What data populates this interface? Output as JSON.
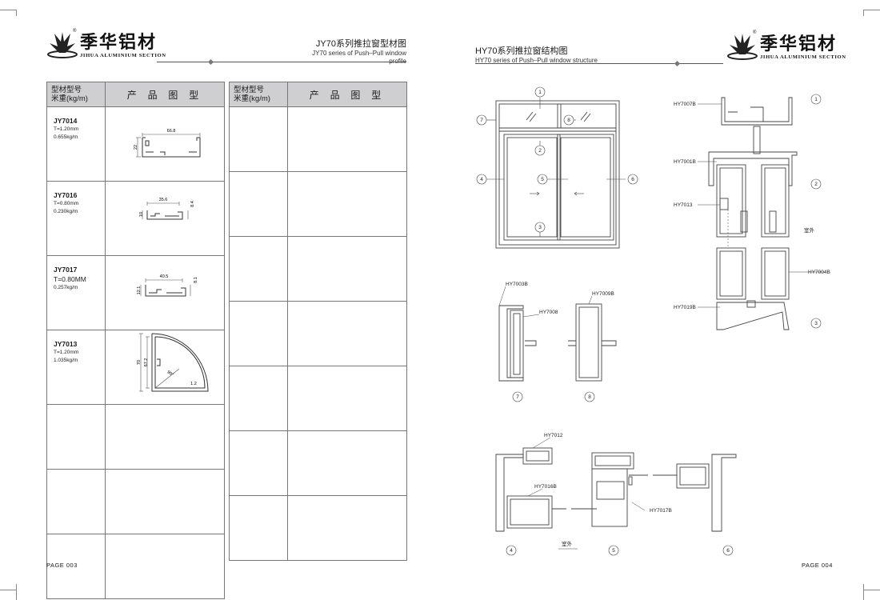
{
  "brand": {
    "name_cn": "季华铝材",
    "name_en": "JIHUA ALUMINIUM SECTION",
    "registered": "®"
  },
  "left_page": {
    "title_cn": "JY70系列推拉窗型材图",
    "title_en": "JY70 series of Push–Pull window profile",
    "table_headers": {
      "code": [
        "型材型号",
        "米重(kg/m)"
      ],
      "image": "产 品 图 型"
    },
    "profiles": [
      {
        "code": "JY7014",
        "thickness": "T=1.20mm",
        "weight": "0.655kg/m",
        "dims": [
          "66.8",
          "22"
        ]
      },
      {
        "code": "JY7016",
        "thickness": "T=0.80mm",
        "weight": "0.230kg/m",
        "dims": [
          "35.6",
          "8.4",
          "10"
        ]
      },
      {
        "code": "JY7017",
        "thickness": "T=0.80MM",
        "weight": "0.257kg/m",
        "dims": [
          "40.5",
          "8.1",
          "12.1"
        ]
      },
      {
        "code": "JY7013",
        "thickness": "T=1.20mm",
        "weight": "1.035kg/m",
        "dims": [
          "70",
          "67.2",
          "90°",
          "1.2"
        ]
      }
    ],
    "page_number": "PAGE 003"
  },
  "right_page": {
    "title_cn": "HY70系列推拉窗结构图",
    "title_en": "HY70 series of Push–Pull window structure",
    "elevation_callouts": [
      "1",
      "2",
      "3",
      "4",
      "5",
      "6",
      "7",
      "8"
    ],
    "section_labels": {
      "top_right": [
        "HY7007B",
        "HY7001B",
        "HY7013",
        "HY7004B",
        "HY7019B"
      ],
      "mid_left": [
        "HY7003B",
        "HY7008",
        "HY7009B"
      ],
      "bottom": [
        "HY7012",
        "HY7016B",
        "HY7017B"
      ]
    },
    "outdoor_label": "室外",
    "page_number": "PAGE 004"
  }
}
